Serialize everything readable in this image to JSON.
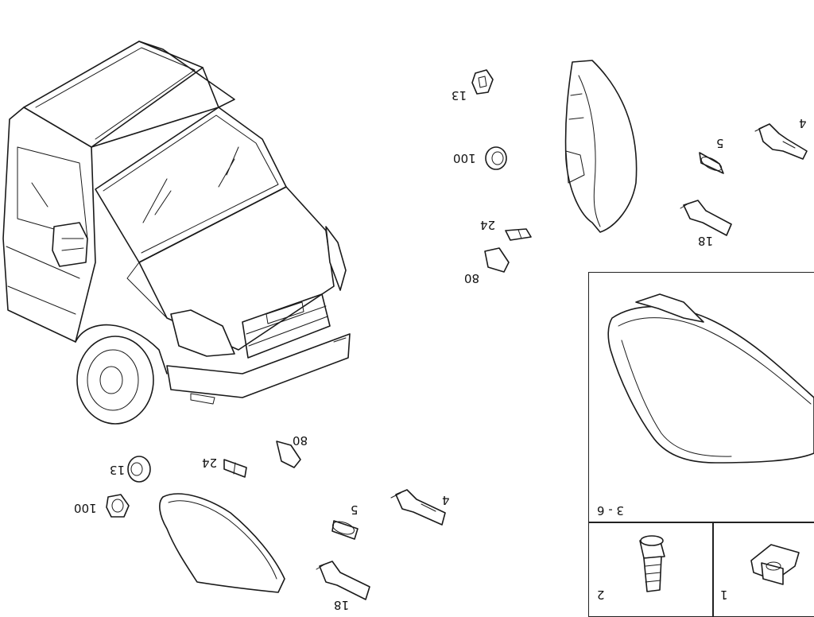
{
  "callouts": {
    "top_13": "13",
    "top_100": "100",
    "top_24": "24",
    "top_80": "80",
    "top_5": "5",
    "top_4": "4",
    "top_18": "18",
    "bot_13": "13",
    "bot_100": "100",
    "bot_24": "24",
    "bot_80": "80",
    "bot_5": "5",
    "bot_4": "4",
    "bot_18": "18"
  },
  "panels": {
    "headlamp_assembly": "3 - 6",
    "screw": "2",
    "cage_nut": "1"
  },
  "colors": {
    "line": "#1a1a1a",
    "background": "#ffffff"
  },
  "icons": [
    "van-illustration",
    "headlamp-icon",
    "bulb-icon",
    "bulb-holder-icon",
    "cap-icon",
    "screw-icon",
    "cage-nut-icon"
  ]
}
